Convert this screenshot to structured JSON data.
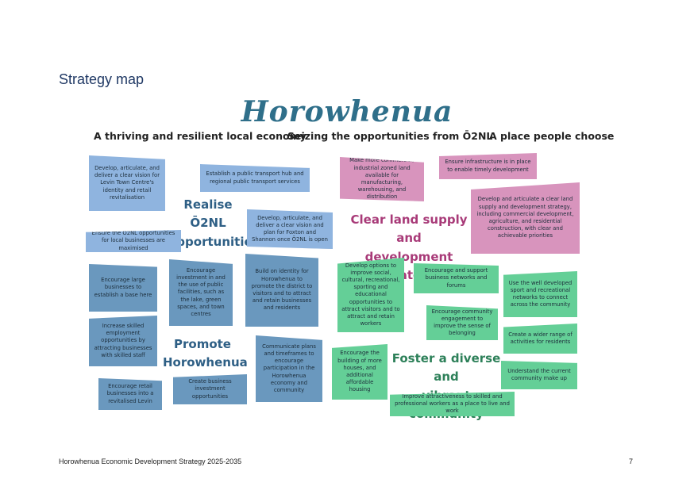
{
  "page": {
    "heading": "Strategy map",
    "footer_text": "Horowhenua Economic Development Strategy 2025-2035",
    "page_number": "7"
  },
  "map": {
    "title": "Horowhenua",
    "themes": [
      "A thriving and resilient local economy",
      "Seizing the opportunities from Ō2NL",
      "A place people choose"
    ],
    "groups": {
      "realise": {
        "title_line1": "Realise Ō2NL",
        "title_line2": "opportunities",
        "items": [
          "Develop, articulate, and deliver a clear vision for Levin Town Centre's identity and retail revitalisation",
          "Establish a public transport hub and regional public transport services",
          "Develop, articulate, and deliver a clear vision and plan for Foxton and Shannon once Ō2NL is open",
          "Ensure the Ō2NL opportunities for local businesses are maximised"
        ]
      },
      "land": {
        "title_line1": "Clear land supply and",
        "title_line2": "development strategy",
        "items": [
          "Make more commercial/ industrial zoned land available for manufacturing, warehousing, and distribution",
          "Ensure infrastructure is in place to enable timely development",
          "Develop and articulate a clear land supply and development strategy, including commercial development, agriculture, and residential construction, with clear and achievable priorities"
        ]
      },
      "promote": {
        "title_line1": "Promote",
        "title_line2": "Horowhenua",
        "items": [
          "Encourage large businesses to establish a base here",
          "Encourage investment in and the use of public facilities, such as the lake, green spaces, and town centres",
          "Build on identity for Horowhenua to promote the district to visitors and to attract and retain businesses and residents",
          "Increase skilled employment opportunities by attracting businesses with skilled staff",
          "Communicate plans and timeframes to encourage participation in the Horowhenua economy and community",
          "Encourage retail businesses into a revitalised Levin",
          "Create business investment opportunities"
        ]
      },
      "community": {
        "title_line1": "Foster a diverse and",
        "title_line2": "vibrant community",
        "items": [
          "Develop options to improve social, cultural, recreational, sporting and educational opportunities to attract visitors and to attract and retain workers",
          "Encourage and support business networks and forums",
          "Use the well developed sport and recreational networks to connect across the community",
          "Encourage community engagement to improve the sense of belonging",
          "Create a wider range of activities for residents",
          "Encourage the building of more houses, and additional affordable housing",
          "Understand the current community make up",
          "Improve attractiveness to skilled and professional workers as a place to live and work"
        ]
      }
    },
    "colors": {
      "realise": "#8fb4df",
      "promote": "#6a98be",
      "land": "#d894bd",
      "community": "#64cf97"
    }
  }
}
